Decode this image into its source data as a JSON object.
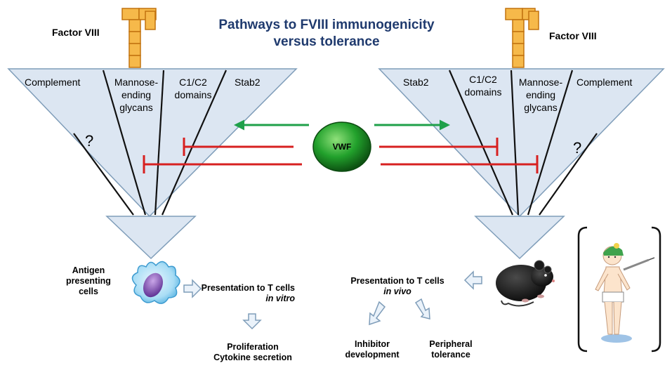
{
  "title": {
    "line1": "Pathways to FVIII immunogenicity",
    "line2": "versus tolerance"
  },
  "factor_label": "Factor VIII",
  "left_funnel": {
    "segments": [
      "Complement",
      "Mannose-",
      "ending",
      "glycans",
      "C1/C2",
      "domains",
      "Stab2"
    ],
    "question": "?"
  },
  "right_funnel": {
    "segments": [
      "Stab2",
      "C1/C2",
      "domains",
      "Mannose-",
      "ending",
      "glycans",
      "Complement"
    ],
    "question": "?"
  },
  "center": {
    "label": "VWF"
  },
  "left_flow": {
    "apc_line1": "Antigen",
    "apc_line2": "presenting",
    "apc_line3": "cells",
    "presentation": "Presentation to T cells",
    "presentation_mode": "in vitro",
    "outcome_line1": "Proliferation",
    "outcome_line2": "Cytokine secretion"
  },
  "right_flow": {
    "presentation": "Presentation to T cells",
    "presentation_mode": "in vivo",
    "outcome_a_line1": "Inhibitor",
    "outcome_a_line2": "development",
    "outcome_b_line1": "Peripheral",
    "outcome_b_line2": "tolerance"
  },
  "colors": {
    "title": "#1F3A6E",
    "funnel_fill": "#DCE6F2",
    "factor_block_fill": "#F6B94A",
    "factor_block_stroke": "#C2730F",
    "vwf_fill": "#22A12C",
    "promote_arrow": "#1FA04A",
    "inhibit_line": "#D72020"
  },
  "icons": [
    "factor-viii-protein-icon",
    "antigen-presenting-cell-icon",
    "mouse-icon",
    "patient-child-icon"
  ]
}
